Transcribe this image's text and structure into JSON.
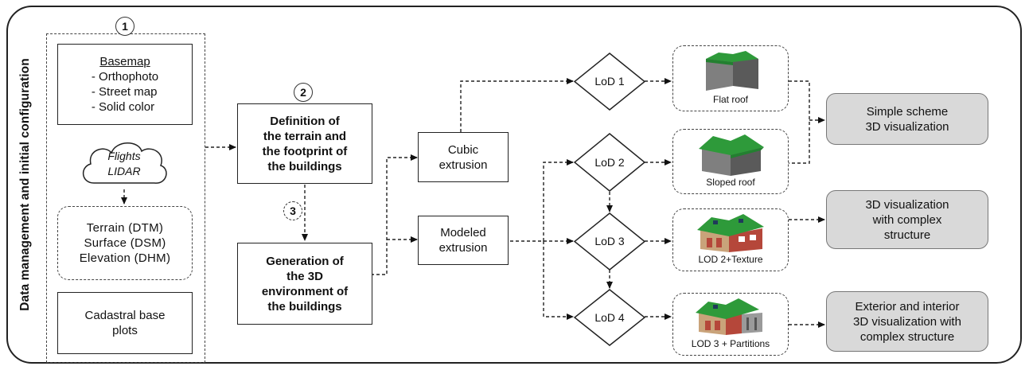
{
  "phase_markers": {
    "one": "1",
    "two": "2",
    "three": "3"
  },
  "side_label": "Data management and initial configuration",
  "basemap": {
    "title": "Basemap",
    "items": [
      "- Orthophoto",
      "- Street map",
      "- Solid color"
    ]
  },
  "flights": {
    "line1": "Flights",
    "line2": "LIDAR"
  },
  "models": {
    "items": [
      "Terrain (DTM)",
      "Surface (DSM)",
      "Elevation (DHM)"
    ]
  },
  "cadastral": {
    "line1": "Cadastral base",
    "line2": "plots"
  },
  "definition": {
    "lines": [
      "Definition of",
      "the terrain and",
      "the footprint of",
      "the buildings"
    ]
  },
  "generation": {
    "lines": [
      "Generation of",
      "the 3D",
      "environment of",
      "the buildings"
    ]
  },
  "cubic": {
    "line1": "Cubic",
    "line2": "extrusion"
  },
  "modeled": {
    "line1": "Modeled",
    "line2": "extrusion"
  },
  "lod": [
    "LoD 1",
    "LoD 2",
    "LoD 3",
    "LoD 4"
  ],
  "building_captions": [
    "Flat roof",
    "Sloped roof",
    "LOD 2+Texture",
    "LOD 3 + Partitions"
  ],
  "outputs": [
    {
      "lines": [
        "Simple scheme",
        "3D visualization"
      ]
    },
    {
      "lines": [
        "3D visualization",
        "with complex",
        "structure"
      ]
    },
    {
      "lines": [
        "Exterior and interior",
        "3D visualization with",
        "complex structure"
      ]
    }
  ],
  "colors": {
    "roof_green": "#2e9a3a",
    "wall_gray": "#7f7f7f",
    "brick": "#b5473a",
    "output_fill": "#d9d9d9"
  }
}
